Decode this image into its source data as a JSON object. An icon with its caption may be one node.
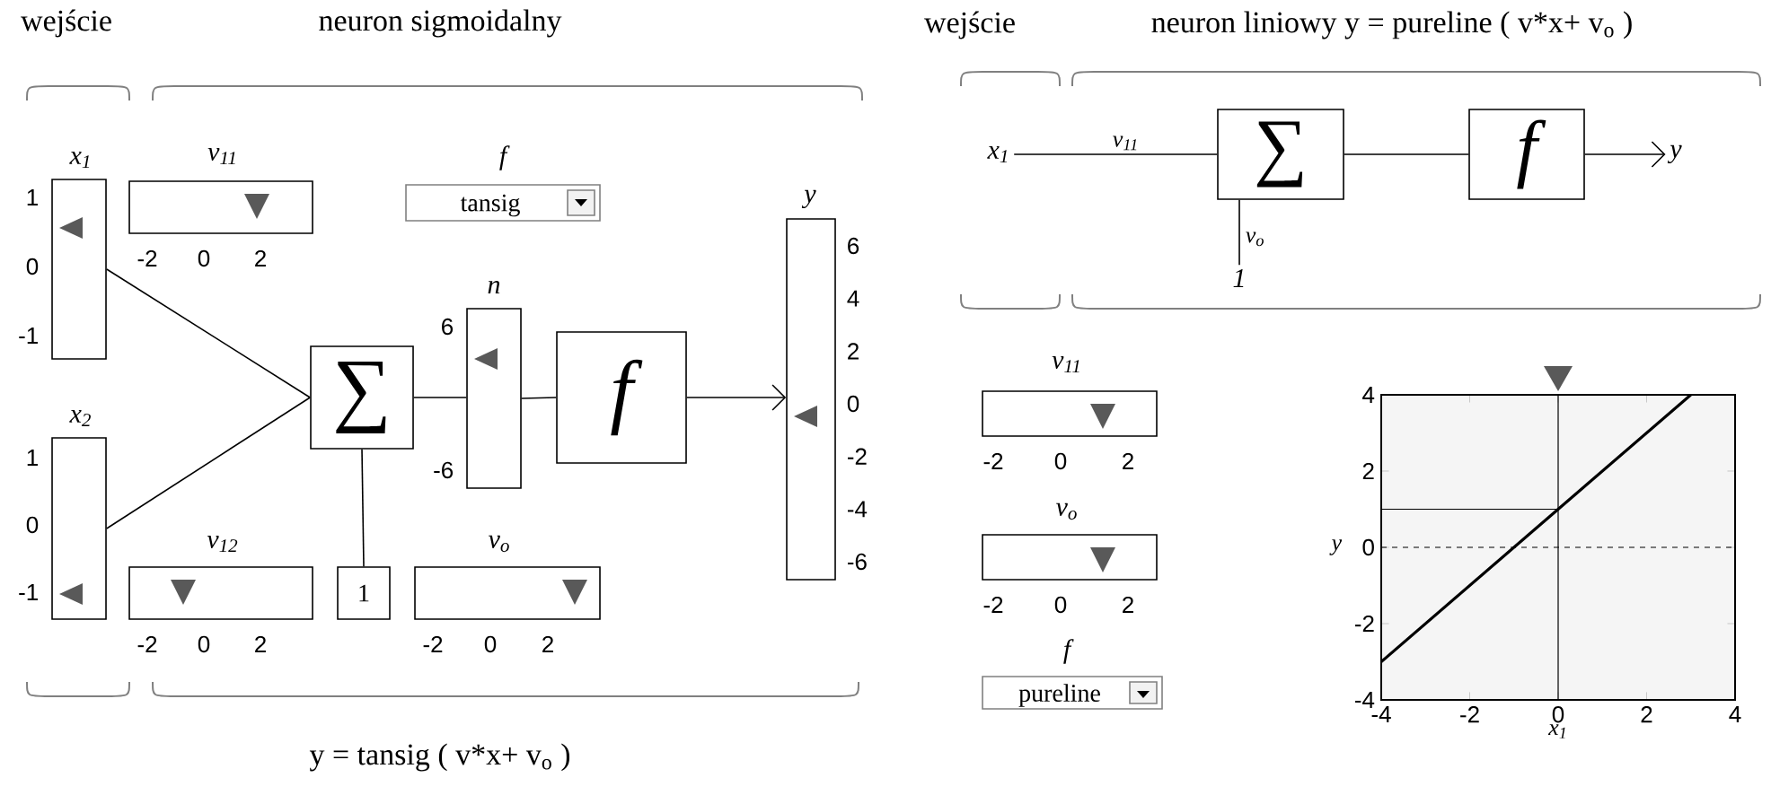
{
  "diagram": {
    "nodes": [
      {
        "text": [
          "x$_{1}$"
        ],
        "beside": [
          "1",
          "0",
          "-1"
        ]
      },
      {
        "text": [
          "x$_{2}$"
        ],
        "beside": [
          "1",
          "0",
          "-1"
        ]
      },
      {
        "text": [
          "v$_{11}$"
        ],
        "beside": [
          "-2",
          "0",
          "2"
        ]
      },
      {
        "text": [
          "f",
          "tansig"
        ]
      },
      {
        "text": [
          "∑"
        ]
      },
      {
        "text": [
          "n"
        ],
        "beside": [
          "6",
          "-6"
        ]
      },
      {
        "text": [
          "f"
        ]
      },
      {
        "text": [
          "y"
        ],
        "beside": [
          "6",
          "4",
          "2",
          "0",
          "-2",
          "-4",
          "-6"
        ]
      },
      {
        "text": [
          "v$_{12}$"
        ],
        "beside": [
          "-2",
          "0",
          "2"
        ]
      },
      {
        "text": [
          "1"
        ]
      },
      {
        "text": [
          "v$_{o}$"
        ],
        "beside": [
          "-2",
          "0",
          "2"
        ]
      },
      {
        "text": [
          "x$_{1}$"
        ]
      },
      {
        "text": [
          "∑"
        ]
      },
      {
        "text": [
          "f"
        ]
      },
      {
        "text": [
          "y"
        ]
      },
      {
        "text": [
          "1"
        ]
      },
      {
        "text": [
          "v$_{11}$"
        ],
        "beside": [
          "-2",
          "0",
          "2"
        ]
      },
      {
        "text": [
          "v$_{o}$"
        ],
        "beside": [
          "-2",
          "0",
          "2"
        ]
      },
      {
        "text": [
          "f",
          "pureline"
        ]
      }
    ],
    "edges": [
      {
        "from": 0,
        "to": 4,
        "arrow": "none"
      },
      {
        "from": 1,
        "to": 4,
        "arrow": "none"
      },
      {
        "from": 4,
        "to": 5,
        "arrow": "none"
      },
      {
        "from": 5,
        "to": 6,
        "arrow": "none"
      },
      {
        "from": 6,
        "to": 7,
        "arrow": "to"
      },
      {
        "from": 9,
        "to": 4,
        "arrow": "none"
      },
      {
        "from": 11,
        "to": 12,
        "arrow": "none",
        "label": "v$_{11}$"
      },
      {
        "from": 12,
        "to": 13,
        "arrow": "none"
      },
      {
        "from": 13,
        "to": 14,
        "arrow": "to"
      },
      {
        "from": 15,
        "to": 12,
        "arrow": "none",
        "label": "v$_{o}$"
      }
    ],
    "labels": [
      "wejście",
      "neuron sigmoidalny",
      "y = tansig ( v*x+ v$_{o}$ )",
      "wejście",
      "neuron liniowy  y = pureline ( v*x+ v$_{o}$ )"
    ],
    "chart_data": {
      "type": "line",
      "xlabel": "x$_{1}$",
      "ylabel": "y",
      "x": [
        -4,
        0,
        3
      ],
      "series": [
        {
          "color": "#000000",
          "values": [
            -3,
            1,
            4
          ]
        },
        {
          "color": "#000000",
          "values": [
            1,
            1,
            null
          ]
        }
      ],
      "ref_lines": [
        {
          "axis": "y",
          "value": 0
        },
        {
          "axis": "x",
          "value": 0
        }
      ],
      "xlim": [
        -4,
        4
      ],
      "ylim": [
        -4,
        4
      ],
      "xticks": [
        -4,
        -2,
        0,
        2,
        4
      ],
      "yticks": [
        -4,
        -2,
        0,
        2,
        4
      ]
    }
  }
}
